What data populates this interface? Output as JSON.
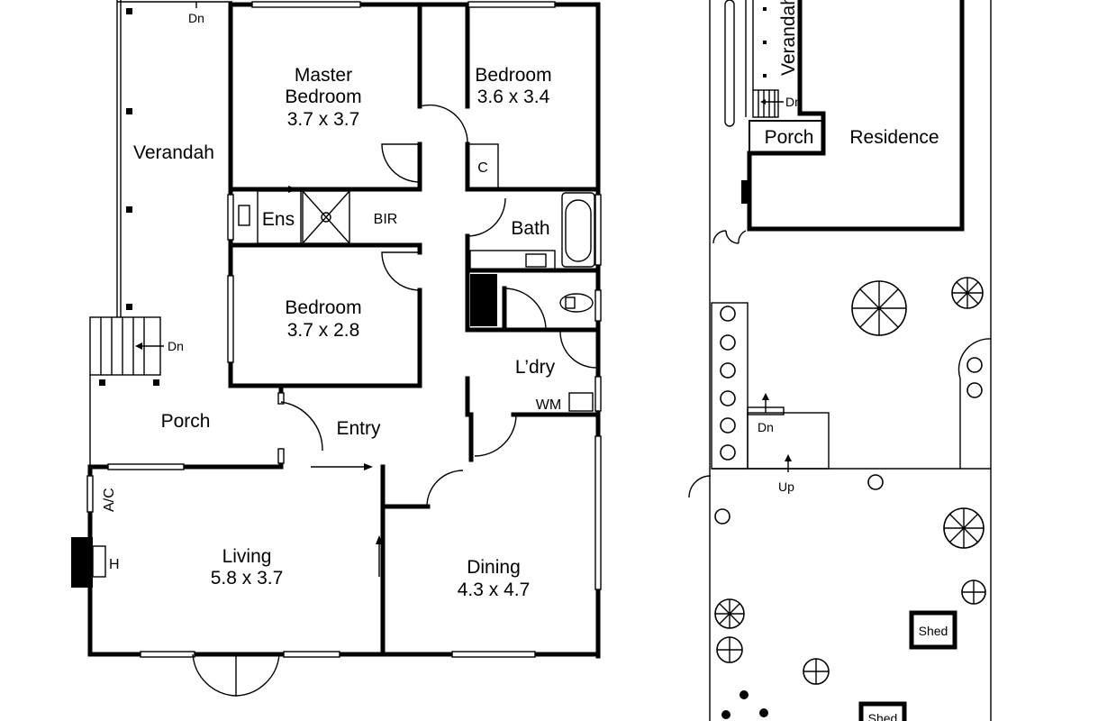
{
  "main_house": {
    "master_bedroom": {
      "line1": "Master",
      "line2": "Bedroom",
      "size": "3.7 x 3.7"
    },
    "bedroom_1": {
      "name": "Bedroom",
      "size": "3.6 x 3.4"
    },
    "bedroom_2": {
      "name": "Bedroom",
      "size": "3.7 x 2.8"
    },
    "ensuite": "Ens",
    "bir": "BIR",
    "cupboard": "C",
    "bath": "Bath",
    "laundry": "L’dry",
    "washing_machine": "WM",
    "verandah": "Verandah",
    "porch": "Porch",
    "entry": "Entry",
    "living": {
      "name": "Living",
      "size": "5.8 x 3.7"
    },
    "dining": {
      "name": "Dining",
      "size": "4.3 x 4.7"
    },
    "air_con": "A/C",
    "heater": "H",
    "down_top": "Dn",
    "down_stairs": "Dn"
  },
  "site_plan": {
    "verandah": "Verandah",
    "down": "Dn",
    "porch": "Porch",
    "residence": "Residence",
    "steps_down": "Dn",
    "steps_up": "Up",
    "shed_1": "Shed",
    "shed_2": "Shed"
  }
}
